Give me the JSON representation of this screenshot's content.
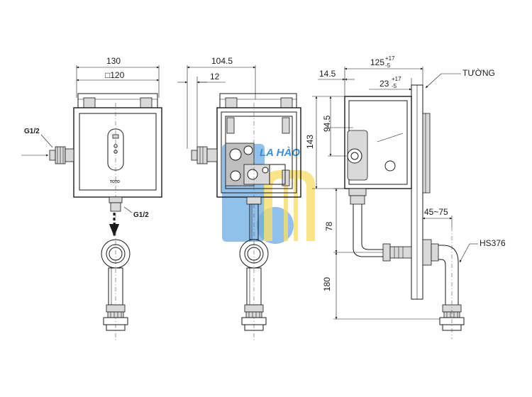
{
  "front_view": {
    "dim_width": "130",
    "dim_inner": "□120",
    "inlet_label": "G1/2",
    "outlet_label": "G1/2",
    "brand_mark": "TOTO"
  },
  "open_view": {
    "dim_depth": "104.5",
    "dim_offset": "12"
  },
  "side_view": {
    "dim_total": "125",
    "dim_total_tol_upper": "+17",
    "dim_total_tol_lower": "-5",
    "dim_wall": "14.5",
    "dim_recess": "23",
    "dim_recess_tol_upper": "+17",
    "dim_recess_tol_lower": "-5",
    "wall_label": "TƯỜNG",
    "dim_height": "143",
    "dim_inlet_height": "94.5",
    "dim_drop": "78",
    "dim_bottom": "180",
    "dim_projection": "45~75",
    "flush_pipe_label": "HS376"
  },
  "watermark": {
    "text": "LA HÀO",
    "colors": {
      "blue": "#3b8fd8",
      "yellow": "#f5d23a"
    }
  }
}
